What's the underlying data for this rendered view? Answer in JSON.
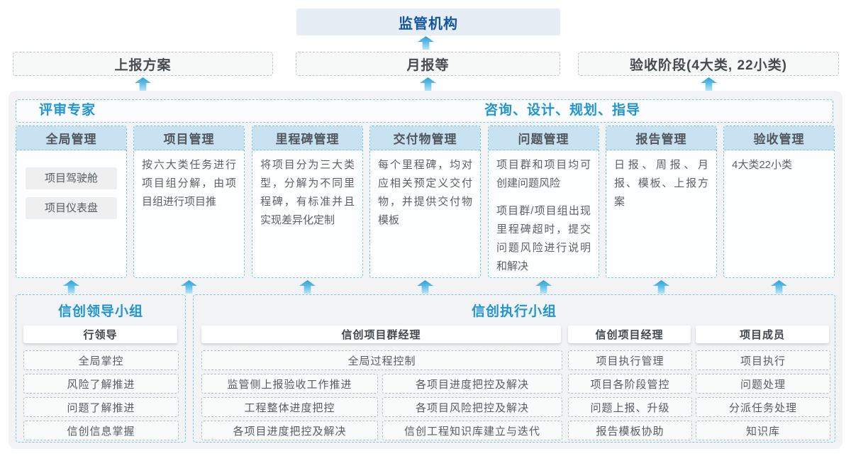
{
  "regulator": "监管机构",
  "stages": [
    "上报方案",
    "月报等",
    "验收阶段(4大类, 22小类)"
  ],
  "panel": {
    "expert_header": "评审专家",
    "guide_header": "咨询、设计、规划、指导",
    "columns": [
      {
        "title": "全局管理",
        "chips": [
          "项目驾驶舱",
          "项目仪表盘"
        ]
      },
      {
        "title": "项目管理",
        "body": "按六大类任务进行项目组分解，由项目组进行项目推"
      },
      {
        "title": "里程碑管理",
        "body": "将项目分为三大类型，分解为不同里程碑，有标准并且实现差异化定制"
      },
      {
        "title": "交付物管理",
        "body": "每个里程碑，均对应相关预定义交付物，并提供交付物模板"
      },
      {
        "title": "问题管理",
        "body": "项目群和项目均可创建问题风险",
        "body2": "项目群/项目组出现里程碑超时，提交问题风险进行说明和解决"
      },
      {
        "title": "报告管理",
        "body": "日报、周报、月报、模板、上报方案"
      },
      {
        "title": "验收管理",
        "body": "4大类22小类"
      }
    ]
  },
  "leader_group": {
    "title": "信创领导小组",
    "role": "行领导",
    "items": [
      "全局掌控",
      "风险了解推进",
      "问题了解推进",
      "信创信息掌握"
    ]
  },
  "exec_group": {
    "title": "信创执行小组",
    "program_manager": {
      "role": "信创项目群经理",
      "full_item": "全局过程控制",
      "left_items": [
        "监管侧上报验收工作推进",
        "工程整体进度把控",
        "各项目进度把控及解决"
      ],
      "right_items": [
        "各项目进度把控及解决",
        "各项目风险把控及解决",
        "信创工程知识库建立与迭代"
      ]
    },
    "project_manager": {
      "role": "信创项目经理",
      "items": [
        "项目执行管理",
        "项目各阶段管控",
        "问题上报、升级",
        "报告模板协助"
      ]
    },
    "member": {
      "role": "项目成员",
      "items": [
        "项目执行",
        "问题处理",
        "分派任务处理",
        "知识库"
      ]
    }
  },
  "colors": {
    "dark_blue_text": "#1457a0",
    "accent_blue_text": "#2095d2",
    "dashed_blue_border": "#7cc4e8",
    "column_header_fill": "#c9e2f1",
    "panel_fill": "#f2f3f5",
    "arrow_blue": "#2d9fd8"
  }
}
